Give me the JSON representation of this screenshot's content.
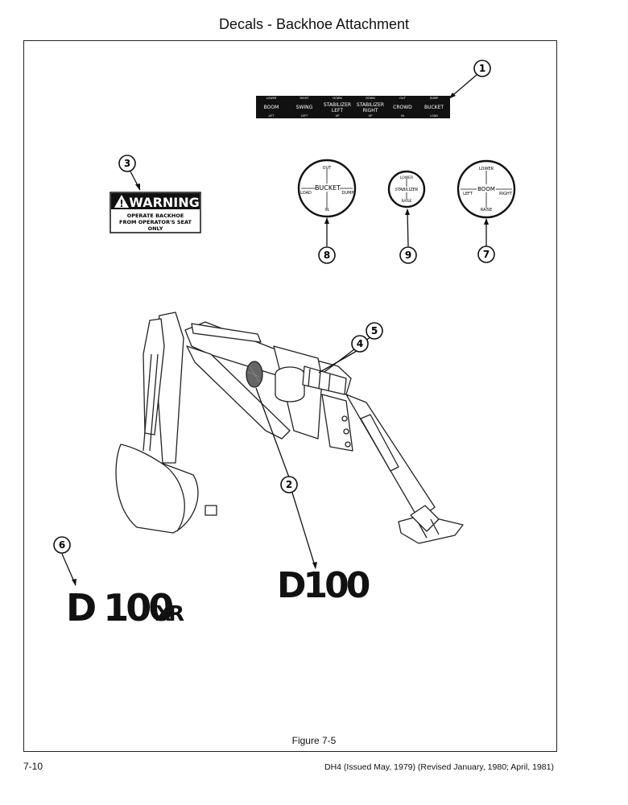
{
  "page": {
    "title": "Decals - Backhoe Attachment",
    "figure_caption": "Figure 7-5",
    "page_number": "7-10",
    "issue_info": "DH4 (Issued May, 1979) (Revised January, 1980; April, 1981)"
  },
  "control_strip": {
    "labels": [
      {
        "top": "LOWER",
        "main": "BOOM",
        "main2": "",
        "bottom": "LIFT"
      },
      {
        "top": "RIGHT",
        "main": "SWING",
        "main2": "",
        "bottom": "LEFT"
      },
      {
        "top": "DOWN",
        "main": "STABILIZER",
        "main2": "LEFT",
        "bottom": "UP"
      },
      {
        "top": "DOWN",
        "main": "STABILIZER",
        "main2": "RIGHT",
        "bottom": "UP"
      },
      {
        "top": "OUT",
        "main": "CROWD",
        "main2": "",
        "bottom": "IN"
      },
      {
        "top": "DUMP",
        "main": "BUCKET",
        "main2": "",
        "bottom": "LOAD"
      }
    ]
  },
  "warning_decal": {
    "heading": "WARNING",
    "line1": "OPERATE BACKHOE",
    "line2": "FROM OPERATOR'S SEAT",
    "line3": "ONLY"
  },
  "dials": {
    "bucket": {
      "top": "OUT",
      "left": "LOAD",
      "center": "BUCKET",
      "right": "DUMP",
      "bottom": "IN"
    },
    "stabilizer": {
      "top": "LOWER",
      "center": "STABILIZER",
      "bottom": "RAISE"
    },
    "boom": {
      "top": "LOWER",
      "left": "LEFT",
      "center": "BOOM",
      "right": "RIGHT",
      "bottom": "RAISE"
    }
  },
  "model_decals": {
    "d100": "D100",
    "d100xr_main": "D 100",
    "d100xr_suffix": "XR"
  },
  "callouts": [
    "1",
    "2",
    "3",
    "4",
    "5",
    "6",
    "7",
    "8",
    "9"
  ]
}
